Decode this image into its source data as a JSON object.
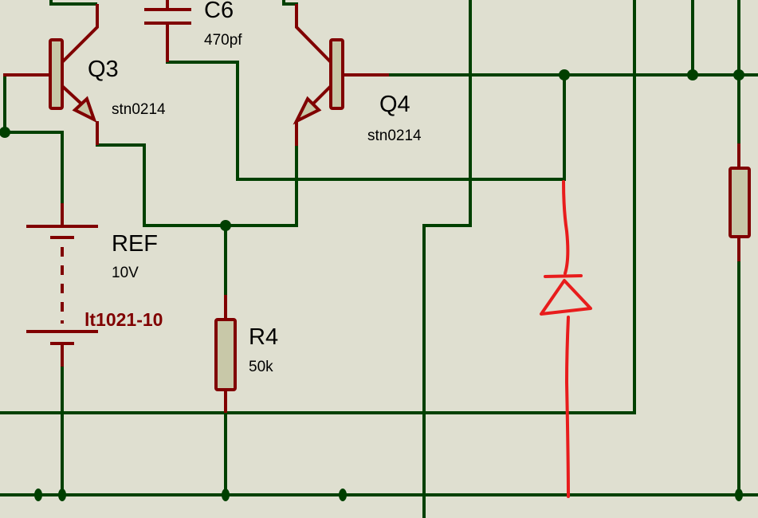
{
  "colors": {
    "background": "#dfdfd0",
    "wire": "#004000",
    "component": "#800000",
    "component_fill": "#c8c8a8",
    "annotation": "#e81c1c",
    "text": "#000000"
  },
  "components": {
    "c6": {
      "ref": "C6",
      "value": "470pf"
    },
    "q3": {
      "ref": "Q3",
      "value": "stn0214"
    },
    "q4": {
      "ref": "Q4",
      "value": "stn0214"
    },
    "ref": {
      "ref": "REF",
      "value": "10V",
      "part": "lt1021-10"
    },
    "r4": {
      "ref": "R4",
      "value": "50k"
    }
  },
  "annotation": {
    "type": "hand-drawn-diode",
    "description": "red sketched diode symbol"
  }
}
